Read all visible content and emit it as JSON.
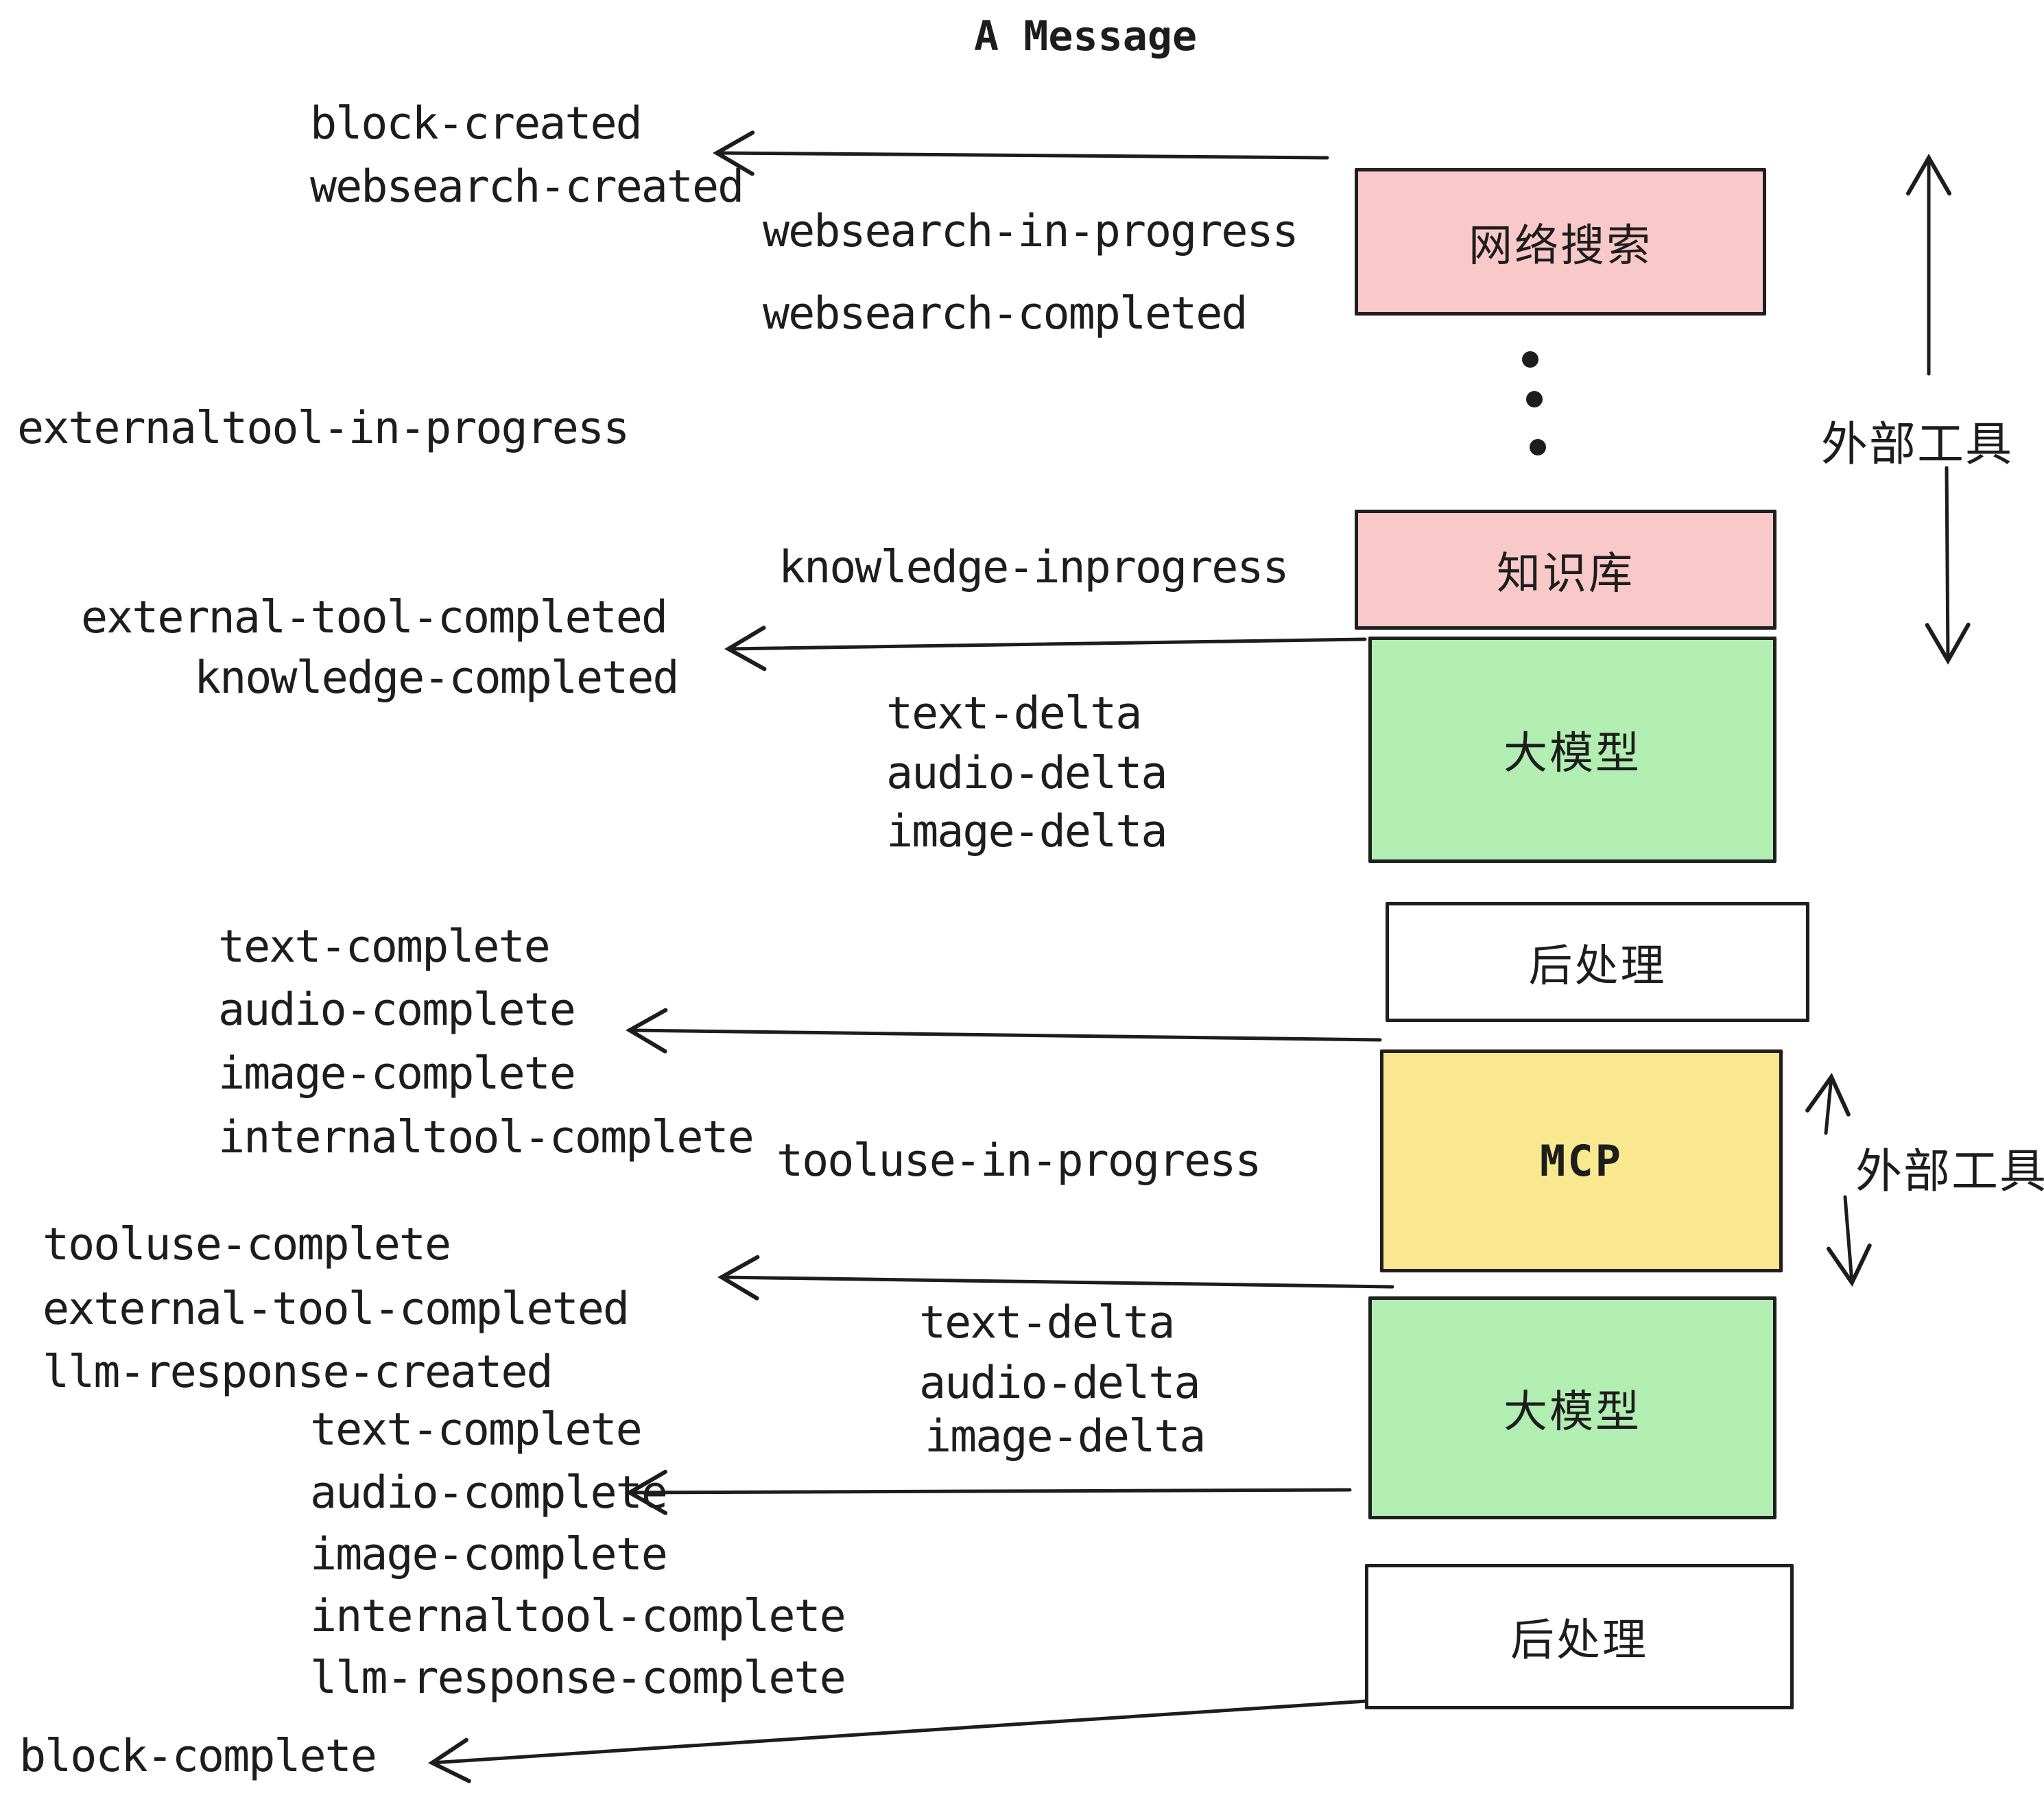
{
  "title": "A Message",
  "colors": {
    "pink": "#f9c8c8",
    "green": "#b2edb2",
    "yellow": "#f9e88f",
    "white": "#ffffff",
    "ink": "#1d1d1d"
  },
  "boxes": [
    {
      "label": "网络搜索",
      "color": "#f9c8c8"
    },
    {
      "label": "知识库",
      "color": "#f9c8c8"
    },
    {
      "label": "大模型",
      "color": "#b2edb2"
    },
    {
      "label": "后处理",
      "color": "#ffffff"
    },
    {
      "label": "MCP",
      "color": "#f9e88f"
    },
    {
      "label": "大模型",
      "color": "#b2edb2"
    },
    {
      "label": "后处理",
      "color": "#ffffff"
    }
  ],
  "side_labels": {
    "top": "外部工具",
    "mcp": "外部工具"
  },
  "events": {
    "block_created": "block-created",
    "websearch_created": "websearch-created",
    "websearch_in_progress": "websearch-in-progress",
    "websearch_completed": "websearch-completed",
    "externaltool_in_progress": "externaltool-in-progress",
    "knowledge_inprogress": "knowledge-inprogress",
    "external_tool_completed": "external-tool-completed",
    "knowledge_completed": "knowledge-completed",
    "text_delta": "text-delta",
    "audio_delta": "audio-delta",
    "image_delta": "image-delta",
    "text_complete": "text-complete",
    "audio_complete": "audio-complete",
    "image_complete": "image-complete",
    "internaltool_complete": "internaltool-complete",
    "tooluse_in_progress": "tooluse-in-progress",
    "tooluse_complete": "tooluse-complete",
    "llm_response_created": "llm-response-created",
    "llm_response_complete": "llm-response-complete",
    "block_complete": "block-complete"
  }
}
